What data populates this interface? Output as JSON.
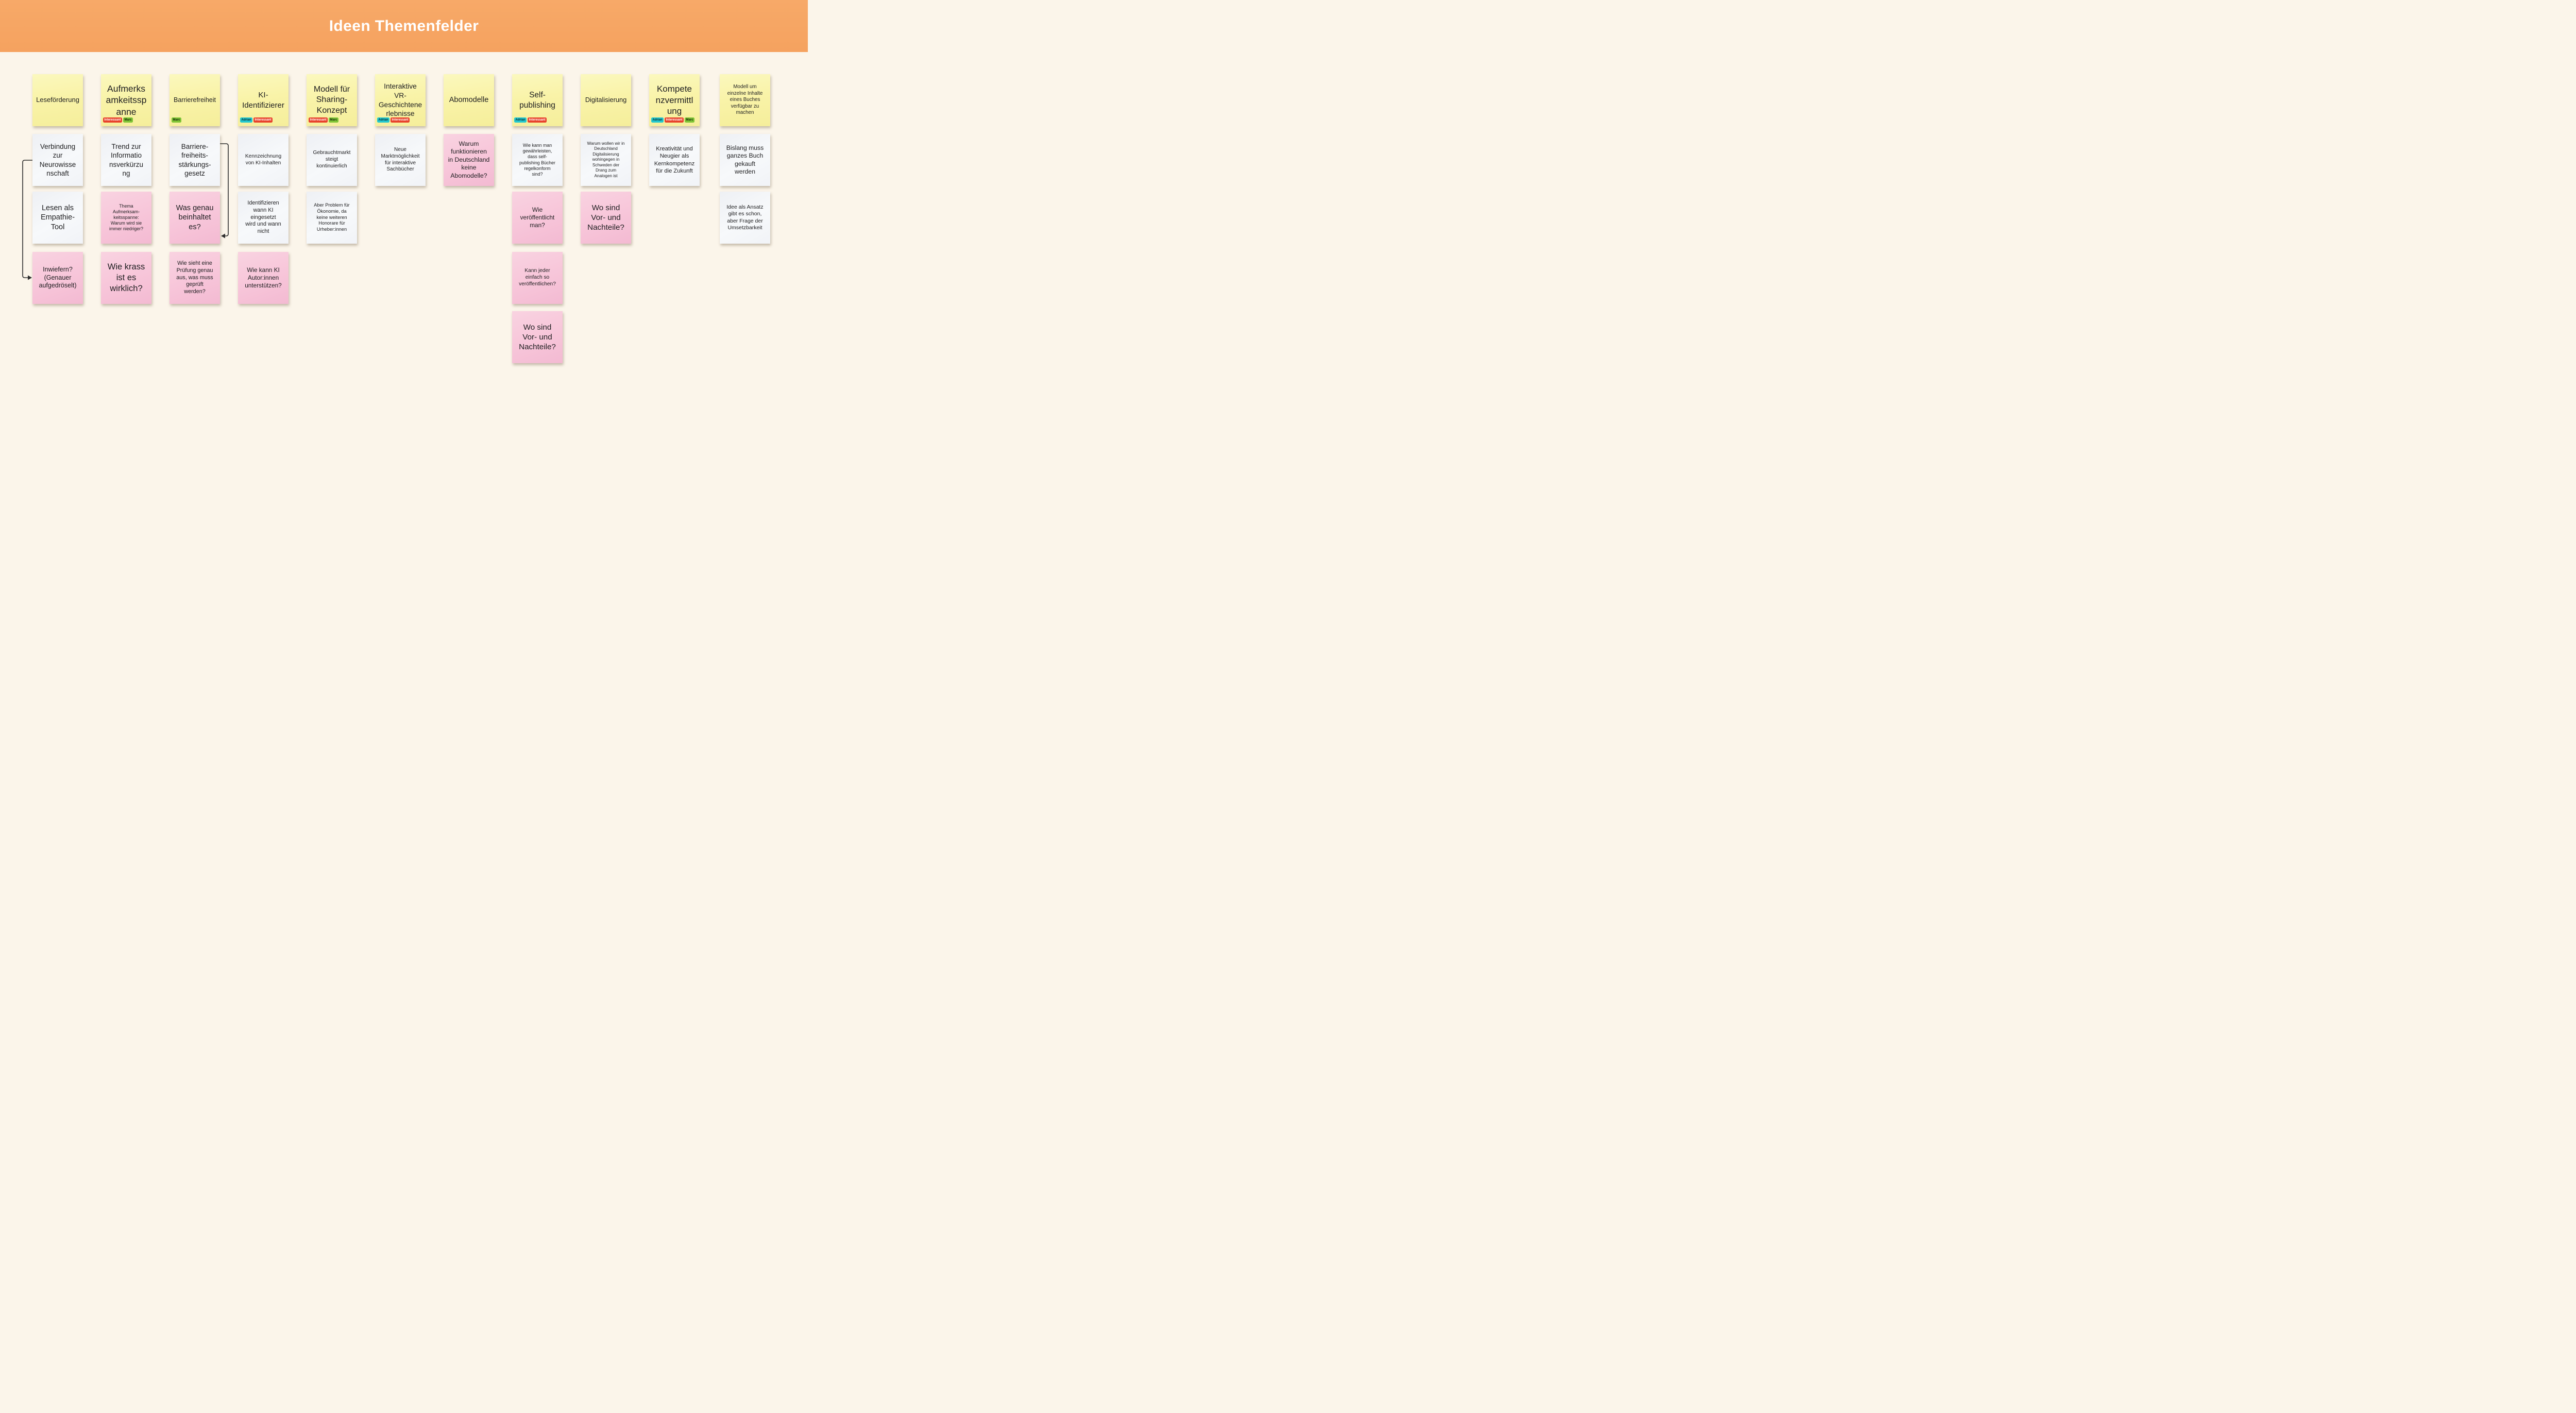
{
  "header": {
    "title": "Ideen Themenfelder"
  },
  "colors": {
    "header_bg": "#F5A25F",
    "board_bg": "#FBF5EA",
    "note_yellow": "#F8F2A6",
    "note_white": "#F3F5F8",
    "note_pink": "#F7C6DA",
    "tag_interessant": "#E8432C",
    "tag_marc": "#7FC437",
    "tag_adrian": "#24C7CE",
    "text": "#1D1D1F",
    "title_text": "#FFFFFF",
    "connector": "#2E2E2E"
  },
  "columns": [
    {
      "notes": [
        {
          "color": "yellow",
          "text": "Leseförderung",
          "tags": []
        },
        {
          "color": "white",
          "text": "Verbindung\nzur\nNeurowisse\nnschaft"
        },
        {
          "color": "white",
          "text": "Lesen als\nEmpathie-\nTool"
        },
        {
          "color": "pink",
          "text": "Inwiefern?\n(Genauer\naufgedröselt)"
        }
      ]
    },
    {
      "notes": [
        {
          "color": "yellow",
          "text": "Aufmerks\namkeitssp\nanne",
          "tags": [
            {
              "label": "Interessant",
              "color": "#E8432C"
            },
            {
              "label": "Marc",
              "color": "#7FC437"
            }
          ]
        },
        {
          "color": "white",
          "text": "Trend zur\nInformatio\nnsverkürzu\nng"
        },
        {
          "color": "pink",
          "text": "Thema\nAufmerksam-\nkeitsspanne:\nWarum wird sie\nimmer niedriger?"
        },
        {
          "color": "pink",
          "text": "Wie krass\nist es\nwirklich?"
        }
      ]
    },
    {
      "notes": [
        {
          "color": "yellow",
          "text": "Barrierefreiheit",
          "tags": [
            {
              "label": "Marc",
              "color": "#7FC437"
            }
          ]
        },
        {
          "color": "white",
          "text": "Barriere-\nfreiheits-\nstärkungs-\ngesetz"
        },
        {
          "color": "pink",
          "text": "Was genau\nbeinhaltet\nes?"
        },
        {
          "color": "pink",
          "text": "Wie sieht eine\nPrüfung genau\naus, was muss\ngeprüft\nwerden?"
        }
      ]
    },
    {
      "notes": [
        {
          "color": "yellow",
          "text": "KI-\nIdentifizierer",
          "tags": [
            {
              "label": "Adrian",
              "color": "#24C7CE"
            },
            {
              "label": "Interessant",
              "color": "#E8432C"
            }
          ]
        },
        {
          "color": "white",
          "text": "Kennzeichnung\nvon KI-Inhalten"
        },
        {
          "color": "white",
          "text": "Identifizieren\nwann KI\neingesetzt\nwird und wann\nnicht"
        },
        {
          "color": "pink",
          "text": "Wie kann KI\nAutor:innen\nunterstützen?"
        }
      ]
    },
    {
      "notes": [
        {
          "color": "yellow",
          "text": "Modell für\nSharing-\nKonzept",
          "tags": [
            {
              "label": "Interessant",
              "color": "#E8432C"
            },
            {
              "label": "Marc",
              "color": "#7FC437"
            }
          ]
        },
        {
          "color": "white",
          "text": "Gebrauchtmarkt\nsteigt\nkontinuierlich"
        },
        {
          "color": "white",
          "text": "Aber Problem für\nÖkonomie, da\nkeine weiteren\nHonorare für\nUrheber:innen"
        }
      ]
    },
    {
      "notes": [
        {
          "color": "yellow",
          "text": "Interaktive\nVR-\nGeschichtene\nrlebnisse",
          "tags": [
            {
              "label": "Adrian",
              "color": "#24C7CE"
            },
            {
              "label": "Interessant",
              "color": "#E8432C"
            }
          ]
        },
        {
          "color": "white",
          "text": "Neue\nMarktmöglichkeit\nfür interaktive\nSachbücher"
        }
      ]
    },
    {
      "notes": [
        {
          "color": "yellow",
          "text": "Abomodelle",
          "tags": []
        },
        {
          "color": "pink",
          "text": "Warum\nfunktionieren\nin Deutschland\nkeine\nAbomodelle?"
        }
      ]
    },
    {
      "notes": [
        {
          "color": "yellow",
          "text": "Self-\npublishing",
          "tags": [
            {
              "label": "Adrian",
              "color": "#24C7CE"
            },
            {
              "label": "Interessant",
              "color": "#E8432C"
            }
          ]
        },
        {
          "color": "white",
          "text": "Wie kann man\ngewährleisten,\ndass self-\npublishing Bücher\nregelkonform\nsind?"
        },
        {
          "color": "pink",
          "text": "Wie\nveröffentlicht\nman?"
        },
        {
          "color": "pink",
          "text": "Kann jeder\neinfach so\nveröffentlichen?"
        },
        {
          "color": "pink",
          "text": "Wo sind\nVor- und\nNachteile?"
        }
      ]
    },
    {
      "notes": [
        {
          "color": "yellow",
          "text": "Digitalisierung",
          "tags": []
        },
        {
          "color": "white",
          "text": "Warum wollen wir in\nDeutschland\nDigitalisierung\nwohingegen in\nSchweden der\nDrang zum\nAnalogen ist"
        },
        {
          "color": "pink",
          "text": "Wo sind\nVor- und\nNachteile?"
        }
      ]
    },
    {
      "notes": [
        {
          "color": "yellow",
          "text": "Kompete\nnzvermittl\nung",
          "tags": [
            {
              "label": "Adrian",
              "color": "#24C7CE"
            },
            {
              "label": "Interessant",
              "color": "#E8432C"
            },
            {
              "label": "Marc",
              "color": "#7FC437"
            }
          ]
        },
        {
          "color": "white",
          "text": "Kreativität und\nNeugier als\nKernkompetenz\nfür die Zukunft"
        }
      ]
    },
    {
      "notes": [
        {
          "color": "yellow",
          "text": "Modell um\neinzelne Inhalte\neines Buches\nverfügbar zu\nmachen",
          "tags": []
        },
        {
          "color": "white",
          "text": "Bislang muss\nganzes Buch\ngekauft\nwerden"
        },
        {
          "color": "white",
          "text": "Idee als Ansatz\ngibt es schon,\naber Frage der\nUmsetzbarkeit"
        }
      ]
    }
  ],
  "connectors": [
    {
      "from": "Verbindung zur Neurowissenschaft",
      "to": "Inwiefern? (Genauer aufgedröselt)"
    },
    {
      "from": "Barriere-freiheits-stärkungs-gesetz",
      "to": "Was genau beinhaltet es?"
    }
  ]
}
